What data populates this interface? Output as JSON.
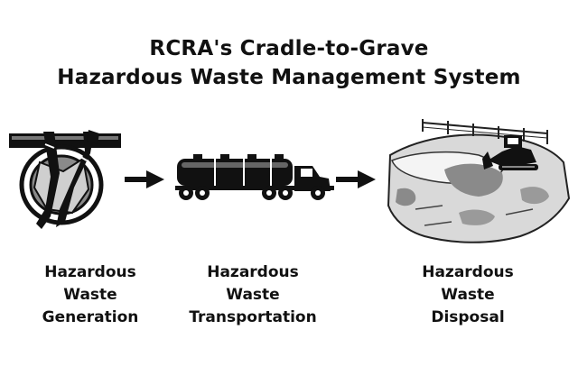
{
  "title": {
    "line1": "RCRA's Cradle-to-Grave",
    "line2": "Hazardous Waste Management System"
  },
  "stages": [
    {
      "icon": "drum-icon",
      "lines": [
        "Hazardous",
        "Waste",
        "Generation"
      ]
    },
    {
      "icon": "truck-icon",
      "lines": [
        "Hazardous",
        "Waste",
        "Transportation"
      ]
    },
    {
      "icon": "landfill-icon",
      "lines": [
        "Hazardous",
        "Waste",
        "Disposal"
      ]
    }
  ],
  "colors": {
    "ink": "#111111",
    "gray": "#9a9a9a",
    "light": "#d8d8d8"
  }
}
